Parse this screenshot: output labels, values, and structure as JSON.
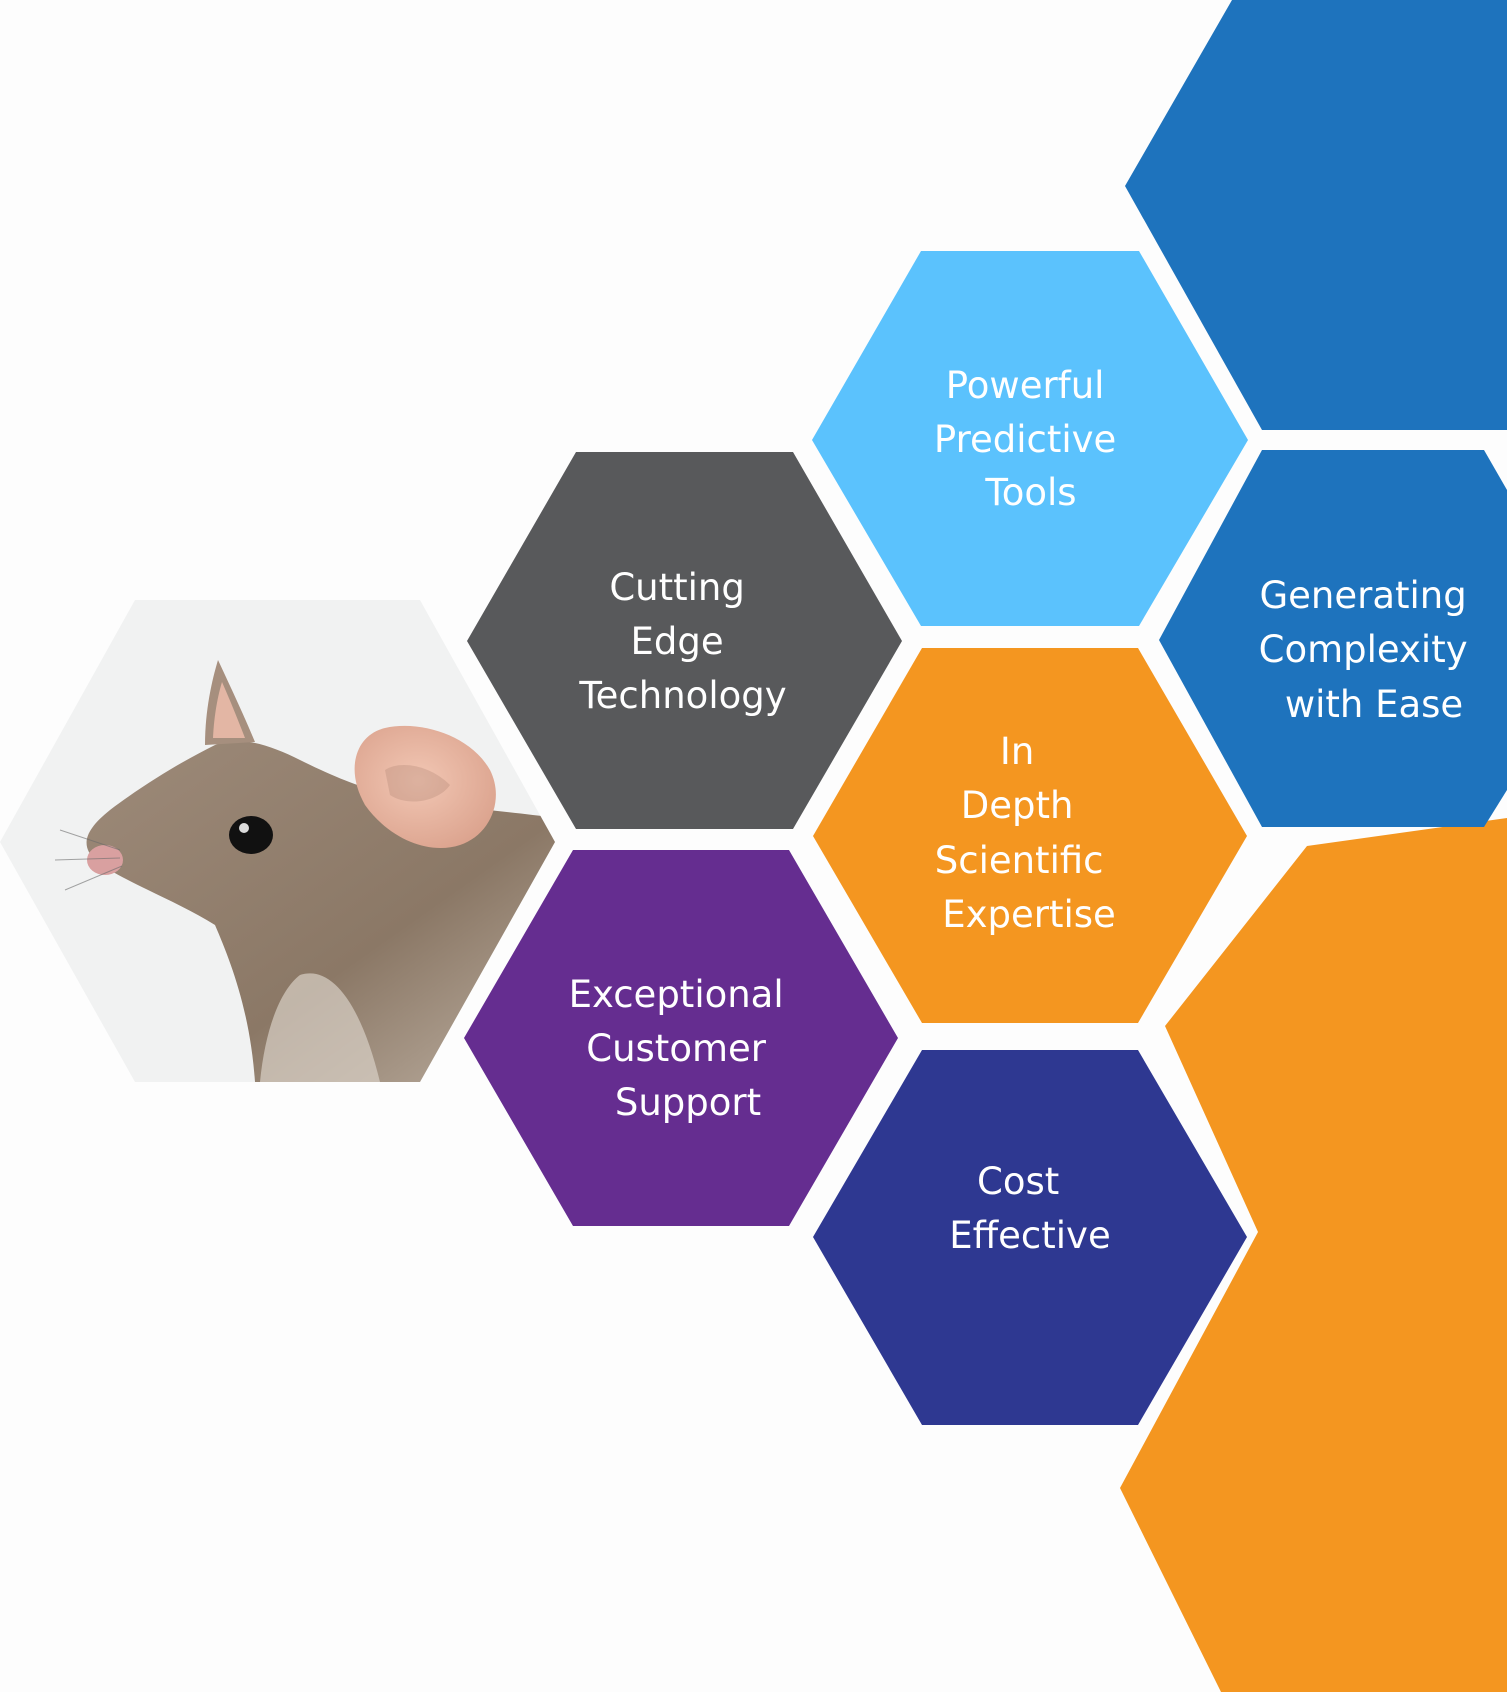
{
  "colors": {
    "background": "#fdfdfd",
    "gray": "#58595b",
    "light_blue": "#5bc2fd",
    "medium_blue": "#1e73bd",
    "orange": "#f49620",
    "purple": "#652d90",
    "navy": "#2e3891",
    "photo_bg": "#f1f2f2"
  },
  "hexagons": {
    "cutting_edge": {
      "lines": [
        "Cutting",
        "Edge",
        "Technology"
      ]
    },
    "predictive": {
      "lines": [
        "Powerful",
        "Predictive",
        "Tools"
      ]
    },
    "complexity": {
      "lines": [
        "Generating",
        "Complexity",
        "with Ease"
      ]
    },
    "expertise": {
      "lines": [
        "In",
        "Depth",
        "Scientific",
        "Expertise"
      ]
    },
    "support": {
      "lines": [
        "Exceptional",
        "Customer",
        "Support"
      ]
    },
    "cost": {
      "lines": [
        "Cost",
        "Effective"
      ]
    }
  },
  "photo": {
    "subject_icon": "mouse-photo"
  }
}
